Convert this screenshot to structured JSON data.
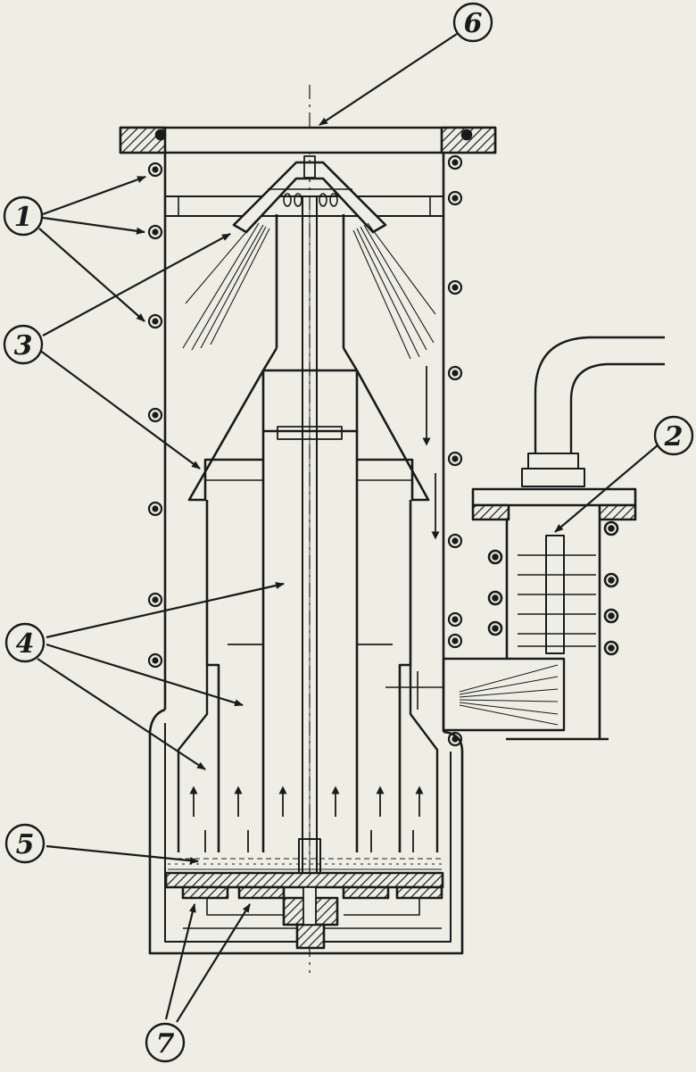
{
  "callouts": [
    {
      "id": "1",
      "label": "1"
    },
    {
      "id": "2",
      "label": "2"
    },
    {
      "id": "3",
      "label": "3"
    },
    {
      "id": "4",
      "label": "4"
    },
    {
      "id": "5",
      "label": "5"
    },
    {
      "id": "6",
      "label": "6"
    },
    {
      "id": "7",
      "label": "7"
    }
  ],
  "colors": {
    "paper": "#efeee5",
    "ink": "#1a1a1a"
  }
}
